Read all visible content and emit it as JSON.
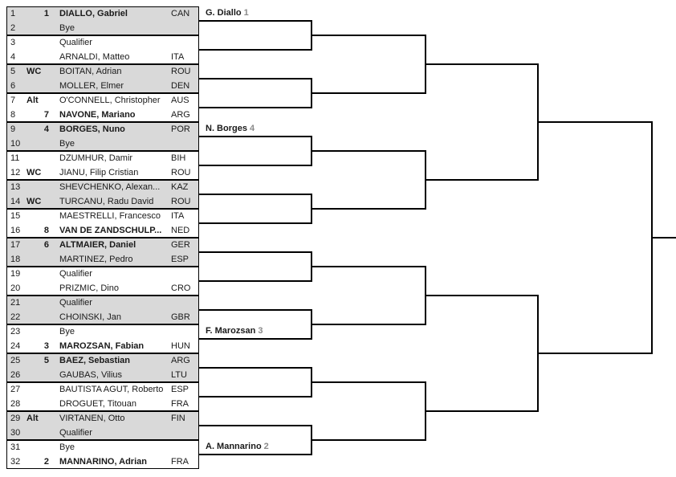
{
  "colors": {
    "row_shaded": "#d9d9d9",
    "row_plain": "#ffffff",
    "line": "#000000",
    "text": "#1a1a1a",
    "advancer_seed_gray": "#8a8a8a"
  },
  "draw_table": {
    "rows": [
      {
        "pos": "1",
        "seed": "1",
        "name": "DIALLO, Gabriel",
        "country": "CAN"
      },
      {
        "pos": "2",
        "name": "Bye"
      },
      {
        "pos": "3",
        "name": "Qualifier"
      },
      {
        "pos": "4",
        "name": "ARNALDI, Matteo",
        "country": "ITA"
      },
      {
        "pos": "5",
        "entry": "WC",
        "name": "BOITAN, Adrian",
        "country": "ROU"
      },
      {
        "pos": "6",
        "name": "MOLLER, Elmer",
        "country": "DEN"
      },
      {
        "pos": "7",
        "entry": "Alt",
        "name": "O'CONNELL, Christopher",
        "country": "AUS"
      },
      {
        "pos": "8",
        "seed": "7",
        "name": "NAVONE, Mariano",
        "country": "ARG"
      },
      {
        "pos": "9",
        "seed": "4",
        "name": "BORGES, Nuno",
        "country": "POR"
      },
      {
        "pos": "10",
        "name": "Bye"
      },
      {
        "pos": "11",
        "name": "DZUMHUR, Damir",
        "country": "BIH"
      },
      {
        "pos": "12",
        "entry": "WC",
        "name": "JIANU, Filip Cristian",
        "country": "ROU"
      },
      {
        "pos": "13",
        "name": "SHEVCHENKO, Alexan...",
        "country": "KAZ"
      },
      {
        "pos": "14",
        "entry": "WC",
        "name": "TURCANU, Radu David",
        "country": "ROU"
      },
      {
        "pos": "15",
        "name": "MAESTRELLI, Francesco",
        "country": "ITA"
      },
      {
        "pos": "16",
        "seed": "8",
        "name": "VAN DE ZANDSCHULP...",
        "country": "NED"
      },
      {
        "pos": "17",
        "seed": "6",
        "name": "ALTMAIER, Daniel",
        "country": "GER"
      },
      {
        "pos": "18",
        "name": "MARTINEZ, Pedro",
        "country": "ESP"
      },
      {
        "pos": "19",
        "name": "Qualifier"
      },
      {
        "pos": "20",
        "name": "PRIZMIC, Dino",
        "country": "CRO"
      },
      {
        "pos": "21",
        "name": "Qualifier"
      },
      {
        "pos": "22",
        "name": "CHOINSKI, Jan",
        "country": "GBR"
      },
      {
        "pos": "23",
        "name": "Bye"
      },
      {
        "pos": "24",
        "seed": "3",
        "name": "MAROZSAN, Fabian",
        "country": "HUN"
      },
      {
        "pos": "25",
        "seed": "5",
        "name": "BAEZ, Sebastian",
        "country": "ARG"
      },
      {
        "pos": "26",
        "name": "GAUBAS, Vilius",
        "country": "LTU"
      },
      {
        "pos": "27",
        "name": "BAUTISTA AGUT, Roberto",
        "country": "ESP"
      },
      {
        "pos": "28",
        "name": "DROGUET, Titouan",
        "country": "FRA"
      },
      {
        "pos": "29",
        "entry": "Alt",
        "name": "VIRTANEN, Otto",
        "country": "FIN"
      },
      {
        "pos": "30",
        "name": "Qualifier"
      },
      {
        "pos": "31",
        "name": "Bye"
      },
      {
        "pos": "32",
        "seed": "2",
        "name": "MANNARINO, Adrian",
        "country": "FRA"
      }
    ]
  },
  "advancers": [
    {
      "name": "G. Diallo",
      "seed": "1",
      "slot": 0
    },
    {
      "name": "N. Borges",
      "seed": "4",
      "slot": 4
    },
    {
      "name": "F. Marozsan",
      "seed": "3",
      "slot": 11
    },
    {
      "name": "A. Mannarino",
      "seed": "2",
      "slot": 15
    }
  ]
}
